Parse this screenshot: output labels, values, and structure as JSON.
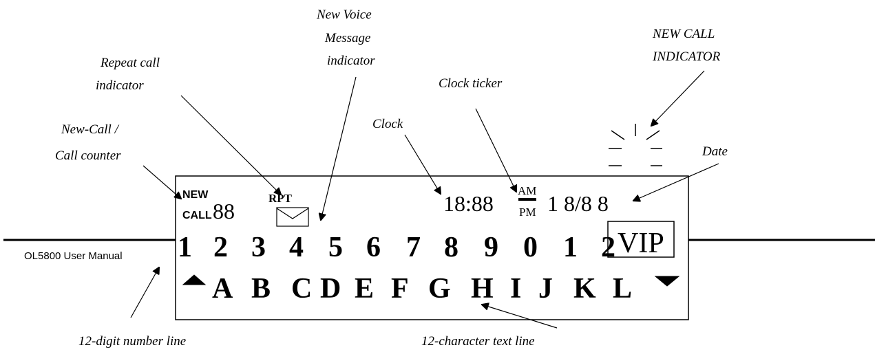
{
  "display": {
    "new_label": "NEW",
    "call_label": "CALL",
    "call_count": "88",
    "rpt_label": "RPT",
    "clock": "18:88",
    "am_label": "AM",
    "pm_label": "PM",
    "date": "1 8/8 8",
    "digits": [
      "1",
      "2",
      "3",
      "4",
      "5",
      "6",
      "7",
      "8",
      "9",
      "0",
      "1",
      "2"
    ],
    "letters": [
      "A",
      "B",
      "C",
      "D",
      "E",
      "F",
      "G",
      "H",
      "I",
      "J",
      "K",
      "L"
    ],
    "vip_label": "VIP"
  },
  "captions": {
    "new_call_counter": [
      "New-Call /",
      "Call counter"
    ],
    "repeat_call": [
      "Repeat call",
      "indicator"
    ],
    "voice_message": [
      "New Voice",
      "Message",
      "indicator"
    ],
    "clock": "Clock",
    "clock_ticker": "Clock ticker",
    "new_call_indicator": [
      "NEW CALL",
      "INDICATOR"
    ],
    "date": "Date",
    "number_line": "12-digit number line",
    "text_line": "12-character text line"
  },
  "footer": {
    "manual_label": "OL5800 User Manual"
  }
}
